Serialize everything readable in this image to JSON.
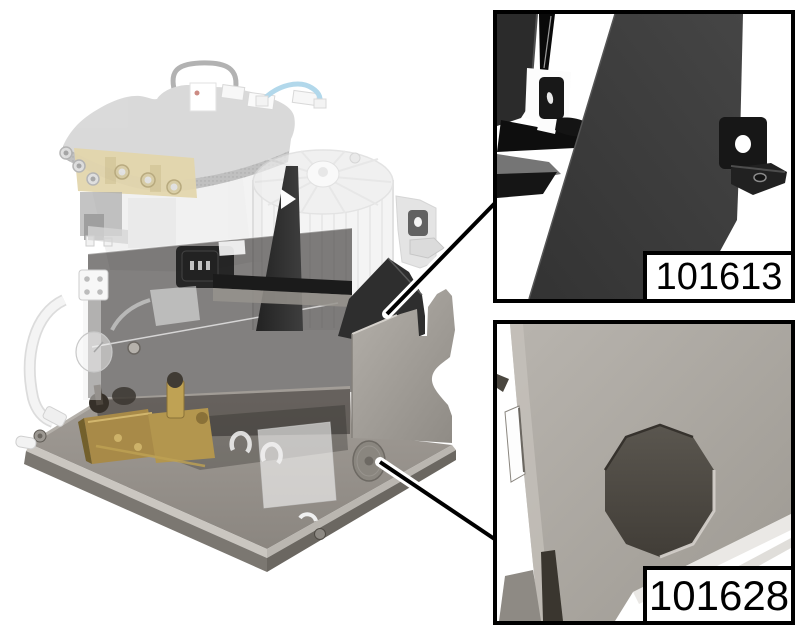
{
  "diagram": {
    "type": "exploded-parts-callout-illustration",
    "background": "#ffffff",
    "callouts": [
      {
        "part_number": "101613"
      },
      {
        "part_number": "101628"
      }
    ],
    "colors": {
      "callout_line": "#000000",
      "label_background": "#ffffff",
      "label_text": "#000000",
      "dark_part": "#333333",
      "gray_panel": "#a49f99",
      "ghost_part": "#e3e3e3",
      "brass": "#b3954e",
      "tube_blue": "#9fcfe6"
    }
  }
}
